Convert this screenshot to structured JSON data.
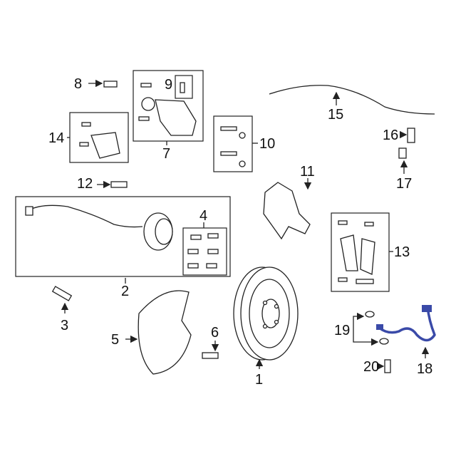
{
  "title": "Brake components diagram",
  "highlight_color": "#3a4aa8",
  "callouts": {
    "c1": "1",
    "c2": "2",
    "c3": "3",
    "c4": "4",
    "c5": "5",
    "c6": "6",
    "c7": "7",
    "c8": "8",
    "c9": "9",
    "c10": "10",
    "c11": "11",
    "c12": "12",
    "c13": "13",
    "c14": "14",
    "c15": "15",
    "c16": "16",
    "c17": "17",
    "c18": "18",
    "c19": "19",
    "c20": "20"
  },
  "highlighted_part": "18"
}
